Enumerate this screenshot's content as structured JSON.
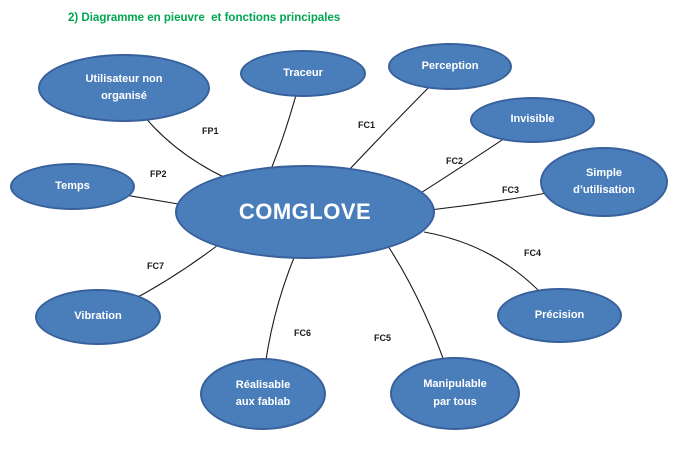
{
  "title": "2) Diagramme en pieuvre  et fonctions principales",
  "center": {
    "label": "COMGLOVE"
  },
  "nodes": {
    "utilisateur": {
      "line1": "Utilisateur non",
      "line2": "organisé"
    },
    "traceur": {
      "line1": "Traceur"
    },
    "perception": {
      "line1": "Perception"
    },
    "invisible": {
      "line1": "Invisible"
    },
    "simple": {
      "line1": "Simple",
      "line2": "d’utilisation"
    },
    "temps": {
      "line1": "Temps"
    },
    "vibration": {
      "line1": "Vibration"
    },
    "realisable": {
      "line1": "Réalisable",
      "line2": "aux fablab"
    },
    "manipulable": {
      "line1": "Manipulable",
      "line2": "par tous"
    },
    "precision": {
      "line1": "Précision"
    }
  },
  "connectors": {
    "fp1": "FP1",
    "fp2": "FP2",
    "fc1": "FC1",
    "fc2": "FC2",
    "fc3": "FC3",
    "fc4": "FC4",
    "fc5": "FC5",
    "fc6": "FC6",
    "fc7": "FC7"
  },
  "colors": {
    "node_fill": "#4A7EBB",
    "node_border": "#38619C",
    "title_green": "#00A651",
    "connector_line": "#1A1A1A",
    "node_text": "#FFFFFF"
  }
}
